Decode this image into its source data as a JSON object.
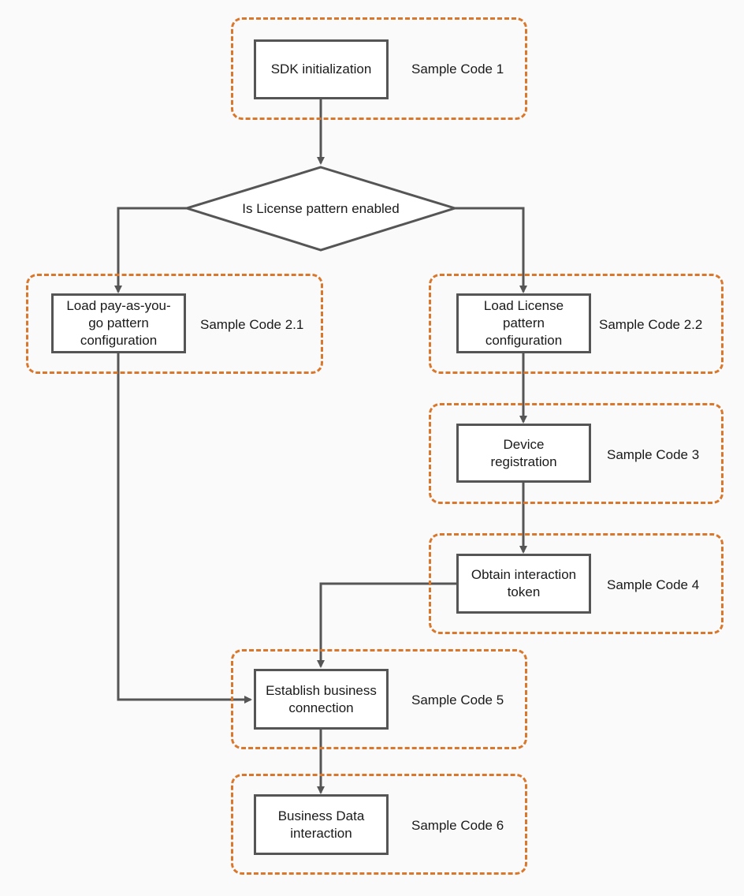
{
  "steps": {
    "sdk_init": "SDK initialization",
    "decision": "Is License pattern enabled",
    "payg": "Load pay-as-you-\ngo pattern\nconfiguration",
    "license": "Load License\npattern\nconfiguration",
    "device": "Device\nregistration",
    "token": "Obtain interaction\ntoken",
    "business_conn": "Establish business\nconnection",
    "business_data": "Business Data\ninteraction"
  },
  "samples": {
    "s1": "Sample Code 1",
    "s21": "Sample Code 2.1",
    "s22": "Sample Code 2.2",
    "s3": "Sample Code 3",
    "s4": "Sample Code 4",
    "s5": "Sample Code 5",
    "s6": "Sample Code 6"
  },
  "colors": {
    "group_border": "#d9782d",
    "box_border": "#555555",
    "arrow": "#555555"
  }
}
